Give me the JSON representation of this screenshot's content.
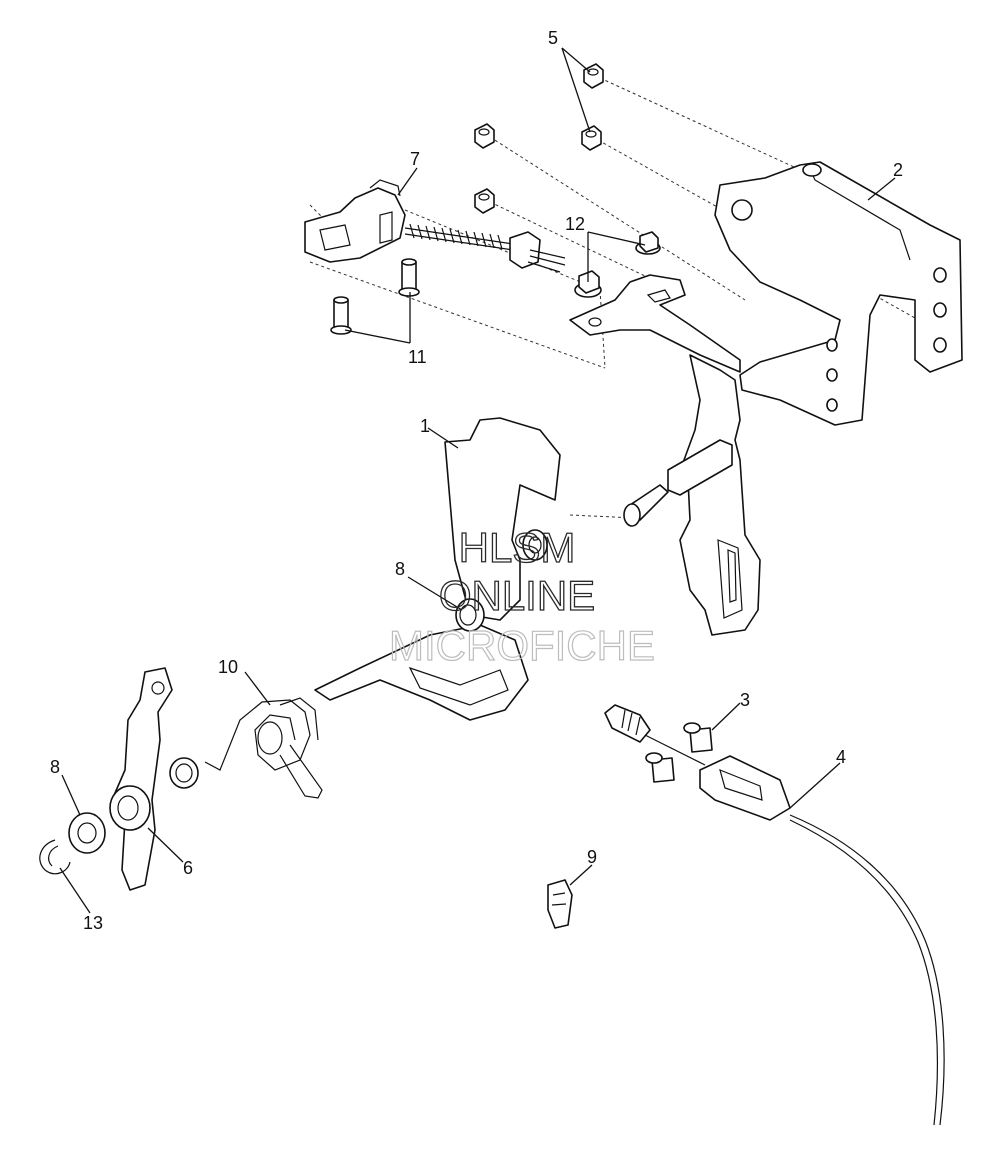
{
  "callouts": [
    "1",
    "2",
    "3",
    "4",
    "5",
    "6",
    "7",
    "8",
    "8",
    "9",
    "10",
    "11",
    "12",
    "13"
  ],
  "watermark": {
    "line1": "HLSM",
    "line2": "ONLINE",
    "line3": "MICROFICHE"
  },
  "colors": {
    "line": "#111111",
    "background": "#ffffff",
    "watermark_light": "#bdbdbd"
  }
}
